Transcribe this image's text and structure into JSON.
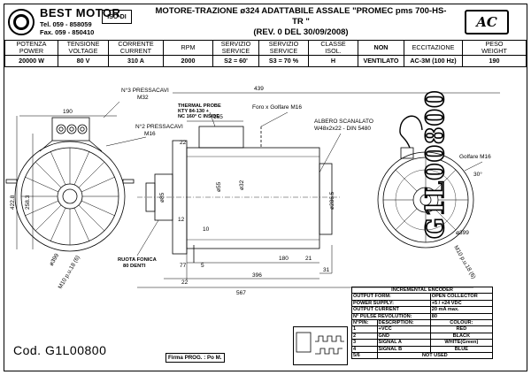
{
  "header": {
    "brand": "BEST MOTOR",
    "tel": "Tel. 059 - 858059",
    "fax": "Fax. 059 - 850410",
    "iso": "ISO-DI",
    "title_line1": "MOTORE-TRAZIONE ø324 ADATTABILE ASSALE \"PROMEC pms 700-HS-TR \"",
    "title_line2": "(REV. 0 DEL 30/09/2008)",
    "ac_logo": "AC"
  },
  "spec_table": {
    "headers": [
      "POTENZA\nPOWER",
      "TENSIONE\nVOLTAGE",
      "CORRENTE\nCURRENT",
      "RPM",
      "SERVIZIO\nSERVICE",
      "SERVIZIO\nSERVICE",
      "CLASSE\nISOL.",
      "NON",
      "ECCITAZIONE",
      "PESO\nWEIGHT"
    ],
    "values": [
      "20000 W",
      "80 V",
      "310 A",
      "2000",
      "S2 =  60'",
      "S3 = 70 %",
      "H",
      "VENTILATO",
      "AC-3M (100 Hz)",
      "190"
    ]
  },
  "drawing": {
    "labels": {
      "pressacavi_m32": "N°3 PRESSACAVI",
      "m32": "M32",
      "pressacavi_m16": "N°2 PRESSACAVI",
      "m16": "M16",
      "thermal1": "THERMAL PROBE",
      "thermal2": "KTY 84-130 +",
      "thermal3": "NC 160° C INSIDE",
      "foro": "Foro x Golfare M16",
      "albero1": "ALBERO SCANALATO",
      "albero2": "W48x2x22 - DIN 5480",
      "golfare": "Golfare M16",
      "ruota1": "RUOTA FONICA",
      "ruota2": "80 DENTI"
    },
    "dims": {
      "d439": "439",
      "d165": "165",
      "d190": "190",
      "d2583": "258.3",
      "d4228": "422.8",
      "d22a": "22",
      "d12": "12",
      "d10": "10",
      "d77": "77",
      "d5": "5",
      "d180": "180",
      "d21": "21",
      "d22b": "22",
      "d396": "396",
      "d31": "31",
      "d567": "567",
      "phi85": "ø85",
      "phi55": "ø55",
      "phi32": "ø32",
      "phi286": "ø286.5",
      "phi399l": "ø399",
      "phi399r": "ø399",
      "m10l": "M10 p.u.18 (6)",
      "m10r": "M10 p.u.18 (6)",
      "ang": "30°"
    }
  },
  "encoder": {
    "title": "INCREMENTAL ENCODER",
    "rows": [
      [
        "OUTPUT FORM:",
        "OPEN COLLECTOR"
      ],
      [
        "POWER SUPPLY:",
        "+5 / +24 VDC"
      ],
      [
        "OUTPUT CURRENT",
        "20 mA  max."
      ],
      [
        "N° PULSE REVOLUTION:",
        "80"
      ]
    ],
    "pin_header": [
      "N°PIN:",
      "DESCRIPTION:",
      "COLOUR:"
    ],
    "pins": [
      [
        "1",
        "+VCC",
        "RED"
      ],
      [
        "2",
        "GND",
        "BLACK"
      ],
      [
        "3",
        "SIGNAL A",
        "WHITE(Green)"
      ],
      [
        "4",
        "SIGNAL B",
        "BLUE"
      ],
      [
        "5/6",
        "NOT USED",
        ""
      ]
    ]
  },
  "footer": {
    "code": "Cod. G1L00800",
    "firma": "Firma PROG. : Po M.",
    "vertical_code": "G1L00800"
  }
}
